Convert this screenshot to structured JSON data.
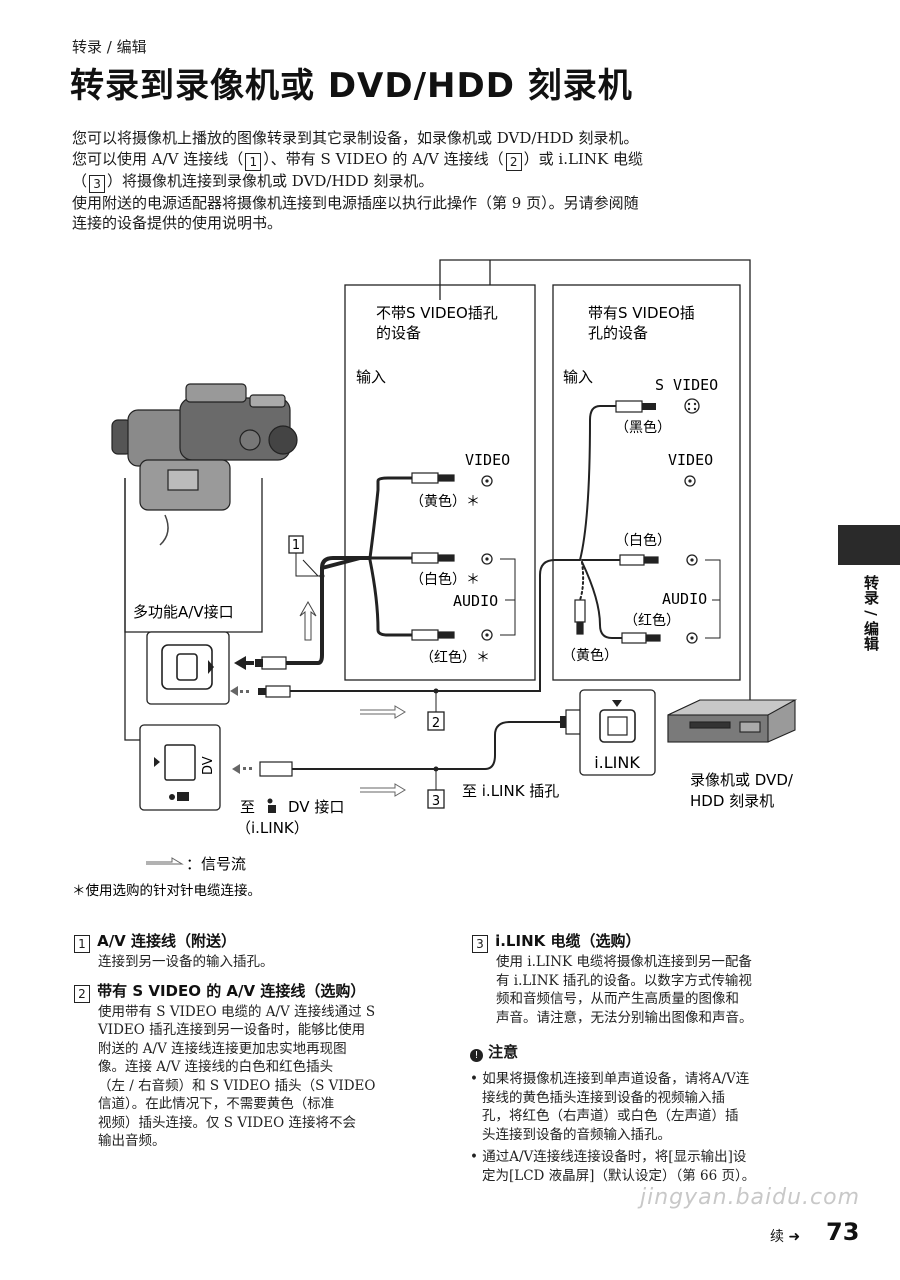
{
  "header": {
    "section": "转录 / 编辑",
    "title": "转录到录像机或 DVD/HDD 刻录机"
  },
  "intro": {
    "l1": "您可以将摄像机上播放的图像转录到其它录制设备，如录像机或 DVD/HDD 刻录机。",
    "l2a": "您可以使用 A/V 连接线（",
    "l2b": "）、带有 S VIDEO 的 A/V 连接线（",
    "l2c": "）或 i.LINK 电缆",
    "l3a": "（",
    "l3b": "）将摄像机连接到录像机或 DVD/HDD 刻录机。",
    "l4": "使用附送的电源适配器将摄像机连接到电源插座以执行此操作（第 9 页）。另请参阅随",
    "l5": "连接的设备提供的使用说明书。",
    "n1": "1",
    "n2": "2",
    "n3": "3"
  },
  "diagram": {
    "left_device_title_1": "不带S VIDEO插孔",
    "left_device_title_2": "的设备",
    "right_device_title_1": "带有S VIDEO插",
    "right_device_title_2": "孔的设备",
    "input_label": "输入",
    "video_label": "VIDEO",
    "audio_label": "AUDIO",
    "svideo_label": "S VIDEO",
    "yellow_star": "（黄色）＊",
    "white_star": "（白色）＊",
    "red_star": "（红色）＊",
    "black": "（黑色）",
    "white": "（白色）",
    "red": "（红色）",
    "yellow": "（黄色）",
    "multi_av": "多功能A/V接口",
    "dv_label": "DV",
    "ilink_label": "i.LINK",
    "to_ilink": "至 i.LINK 插孔",
    "to_dv_1": "至",
    "to_dv_2": "DV 接口",
    "to_dv_3": "（i.LINK）",
    "recorder_1": "录像机或 DVD/",
    "recorder_2": "HDD 刻录机",
    "legend": "：信号流",
    "footnote": "＊使用选购的针对针电缆连接。",
    "n1": "1",
    "n2": "2",
    "n3": "3"
  },
  "items": {
    "i1_num": "1",
    "i1_title": "A/V 连接线（附送）",
    "i1_desc": "连接到另一设备的输入插孔。",
    "i2_num": "2",
    "i2_title": "带有 S VIDEO 的 A/V 连接线（选购）",
    "i2_desc": [
      "使用带有 S VIDEO 电缆的 A/V 连接线通过 S",
      "VIDEO 插孔连接到另一设备时，能够比使用",
      "附送的 A/V 连接线连接更加忠实地再现图",
      "像。连接 A/V 连接线的白色和红色插头",
      "（左 / 右音频）和 S VIDEO 插头（S VIDEO",
      "信道）。在此情况下，不需要黄色（标准",
      "视频）插头连接。仅 S VIDEO 连接将不会",
      "输出音频。"
    ],
    "i3_num": "3",
    "i3_title": "i.LINK 电缆（选购）",
    "i3_desc": [
      "使用 i.LINK 电缆将摄像机连接到另一配备",
      "有 i.LINK 插孔的设备。以数字方式传输视",
      "频和音频信号，从而产生高质量的图像和",
      "声音。请注意，无法分别输出图像和声音。"
    ],
    "note_title": "注意",
    "note_1": [
      "• 如果将摄像机连接到单声道设备，请将A/V连",
      "接线的黄色插头连接到设备的视频输入插",
      "孔，将红色（右声道）或白色（左声道）插",
      "头连接到设备的音频输入插孔。"
    ],
    "note_2": [
      "• 通过A/V连接线连接设备时，将[显示输出]设",
      "定为[LCD 液晶屏]（默认设定）（第 66 页）。"
    ]
  },
  "side_tab": {
    "label": "转录 / 编辑"
  },
  "footer": {
    "continued": "续",
    "page": "73",
    "watermark": "jingyan.baidu.com"
  }
}
